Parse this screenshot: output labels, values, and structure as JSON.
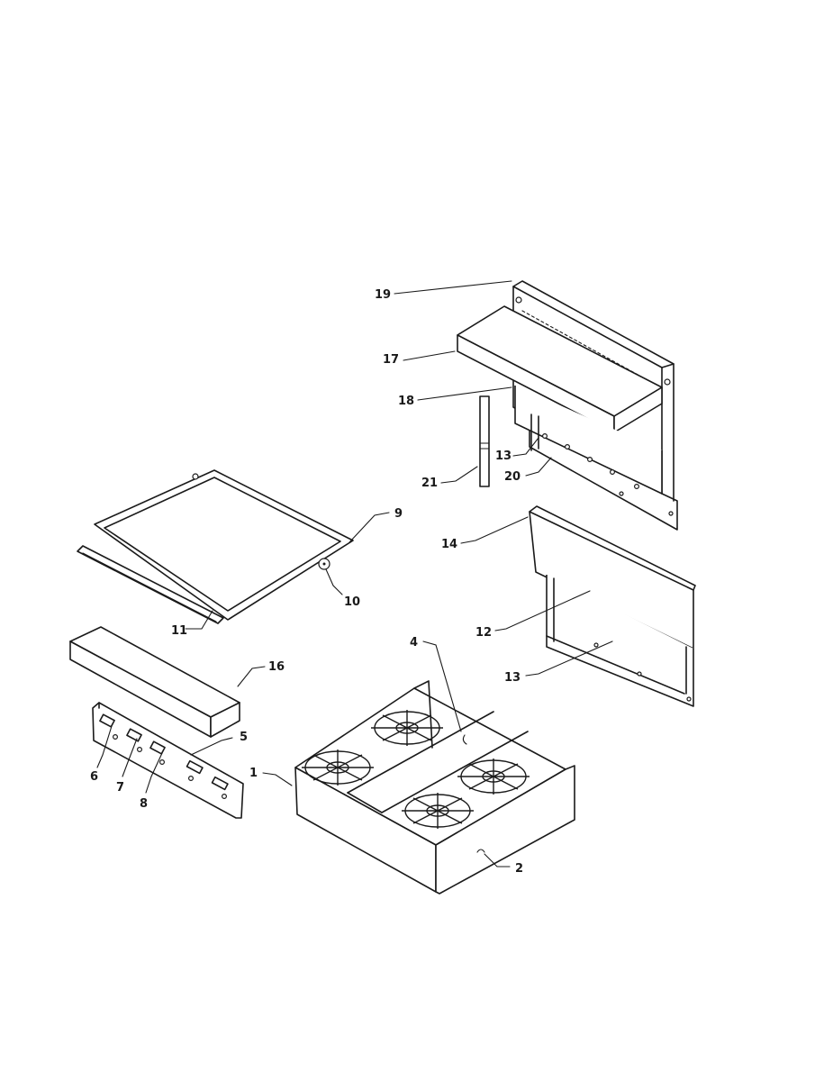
{
  "diagram": {
    "callouts": [
      "1",
      "2",
      "4",
      "5",
      "6",
      "7",
      "8",
      "9",
      "10",
      "11",
      "12",
      "13",
      "14",
      "16",
      "17",
      "18",
      "19",
      "20",
      "21"
    ]
  },
  "labels": {
    "l1": "1",
    "l2": "2",
    "l4": "4",
    "l5": "5",
    "l6": "6",
    "l7": "7",
    "l8": "8",
    "l9": "9",
    "l10": "10",
    "l11": "11",
    "l12": "12",
    "l13a": "13",
    "l13b": "13",
    "l14": "14",
    "l16": "16",
    "l17": "17",
    "l18": "18",
    "l19": "19",
    "l20": "20",
    "l21": "21"
  }
}
